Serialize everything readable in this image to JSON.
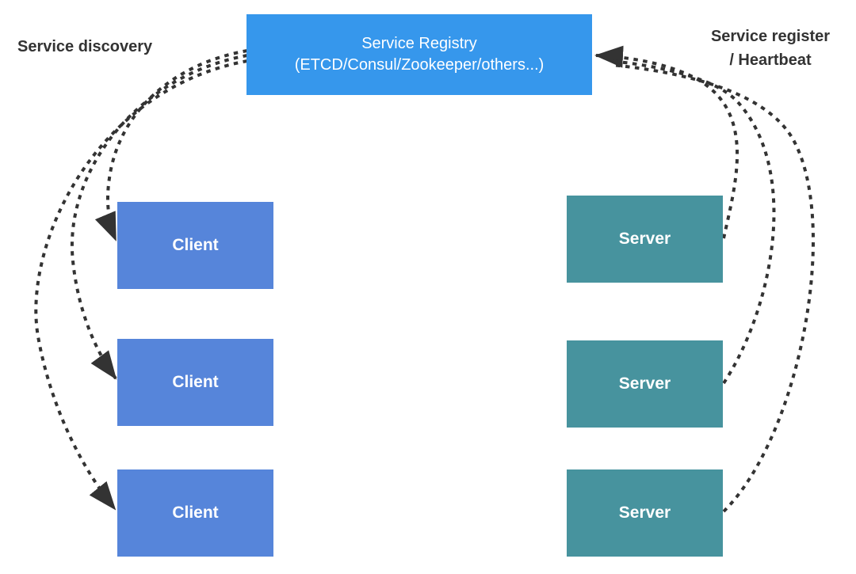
{
  "registry": {
    "line1": "Service Registry",
    "line2": "(ETCD/Consul/Zookeeper/others...)"
  },
  "labels": {
    "left": "Service discovery",
    "right_line1": "Service register",
    "right_line2": "/ Heartbeat"
  },
  "nodes": {
    "clients": [
      {
        "label": "Client"
      },
      {
        "label": "Client"
      },
      {
        "label": "Client"
      }
    ],
    "servers": [
      {
        "label": "Server"
      },
      {
        "label": "Server"
      },
      {
        "label": "Server"
      }
    ]
  },
  "colors": {
    "registry_fill": "#3697ec",
    "client_fill": "#5685da",
    "server_fill": "#47939e",
    "arrow": "#333333",
    "label_text": "#333333",
    "box_text": "#ffffff",
    "background": "#ffffff"
  }
}
